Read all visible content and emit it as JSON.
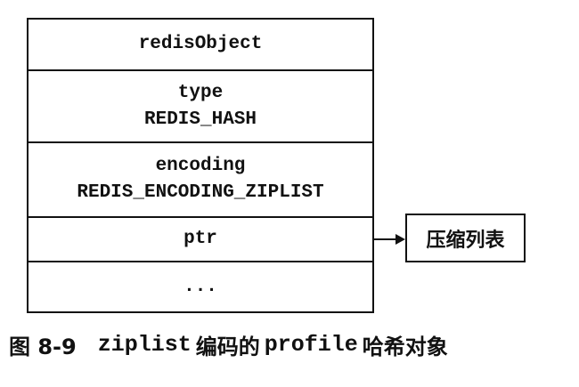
{
  "struct": {
    "title": "redisObject",
    "type_label": "type",
    "type_value": "REDIS_HASH",
    "encoding_label": "encoding",
    "encoding_value": "REDIS_ENCODING_ZIPLIST",
    "ptr_label": "ptr",
    "more_label": "..."
  },
  "target": {
    "label": "压缩列表"
  },
  "caption": {
    "figure_label": "图 8-9",
    "part1": "ziplist",
    "part2": "编码的",
    "part3": "profile",
    "part4": "哈希对象"
  }
}
